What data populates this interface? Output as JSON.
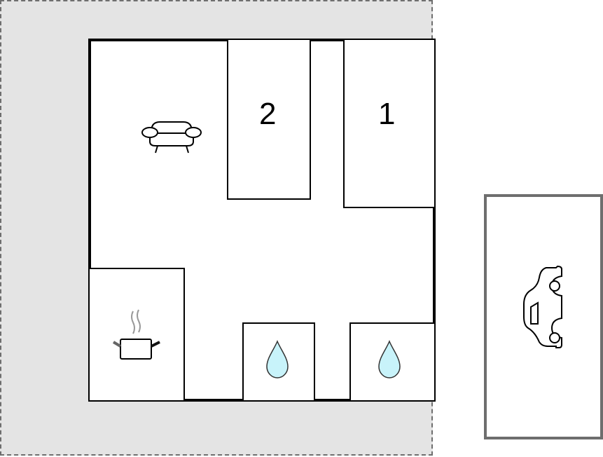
{
  "floorplan": {
    "title": "",
    "plot": {
      "fill": "#e4e4e4",
      "border": "dashed",
      "border_color": "#6e6e6e"
    },
    "rooms": [
      {
        "id": "bedroom-2",
        "label": "2",
        "type": "bedroom"
      },
      {
        "id": "bedroom-1",
        "label": "1",
        "type": "bedroom"
      },
      {
        "id": "living-room",
        "label": "",
        "type": "living",
        "icon": "sofa-icon"
      },
      {
        "id": "kitchen",
        "label": "",
        "type": "kitchen",
        "icon": "cooking-pot-icon"
      },
      {
        "id": "bathroom-a",
        "label": "",
        "type": "bathroom",
        "icon": "water-drop-icon"
      },
      {
        "id": "bathroom-b",
        "label": "",
        "type": "bathroom",
        "icon": "water-drop-icon"
      }
    ],
    "parking": {
      "label": "",
      "icon": "car-icon",
      "border_color": "#6e6e6e"
    },
    "colors": {
      "water_drop": "#c8f3fa",
      "wall": "#000000",
      "steam": "#999999"
    }
  }
}
